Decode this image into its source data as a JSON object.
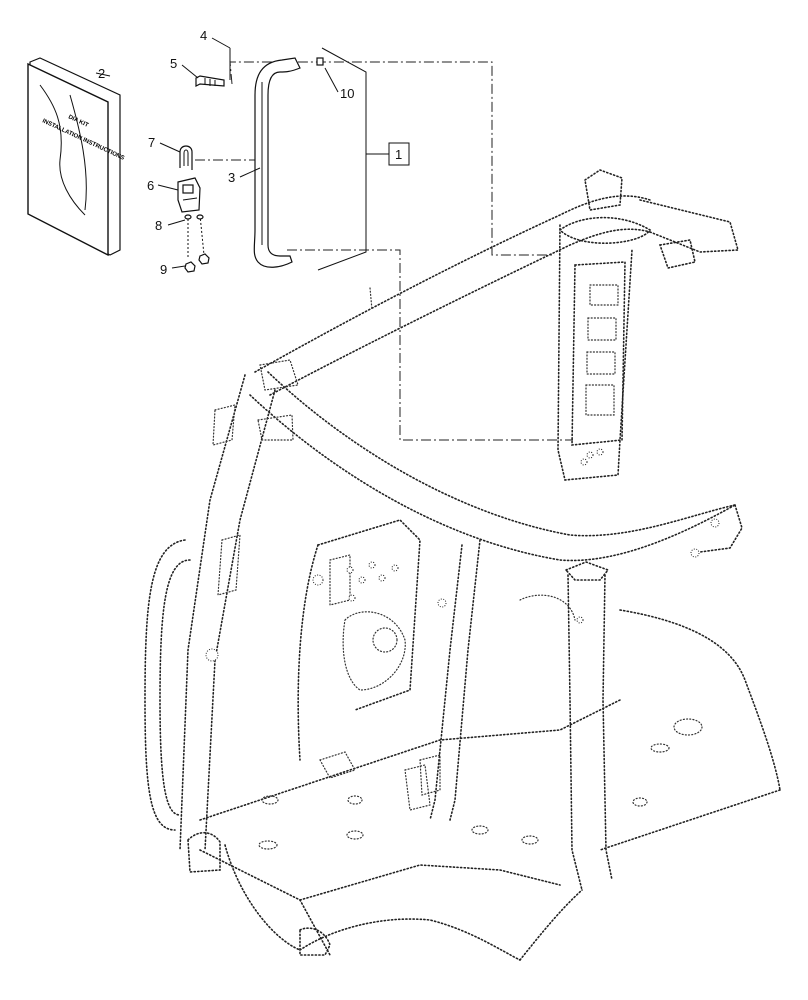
{
  "callouts": [
    {
      "id": "callout-2",
      "text": "2"
    },
    {
      "id": "callout-4",
      "text": "4"
    },
    {
      "id": "callout-5",
      "text": "5"
    },
    {
      "id": "callout-10",
      "text": "10"
    },
    {
      "id": "callout-7",
      "text": "7"
    },
    {
      "id": "callout-6",
      "text": "6"
    },
    {
      "id": "callout-3",
      "text": "3"
    },
    {
      "id": "callout-1",
      "text": "1"
    },
    {
      "id": "callout-8",
      "text": "8"
    },
    {
      "id": "callout-9",
      "text": "9"
    }
  ],
  "manual": {
    "line1": "DIA KIT",
    "line2": "INSTALLATION INSTRUCTIONS"
  }
}
